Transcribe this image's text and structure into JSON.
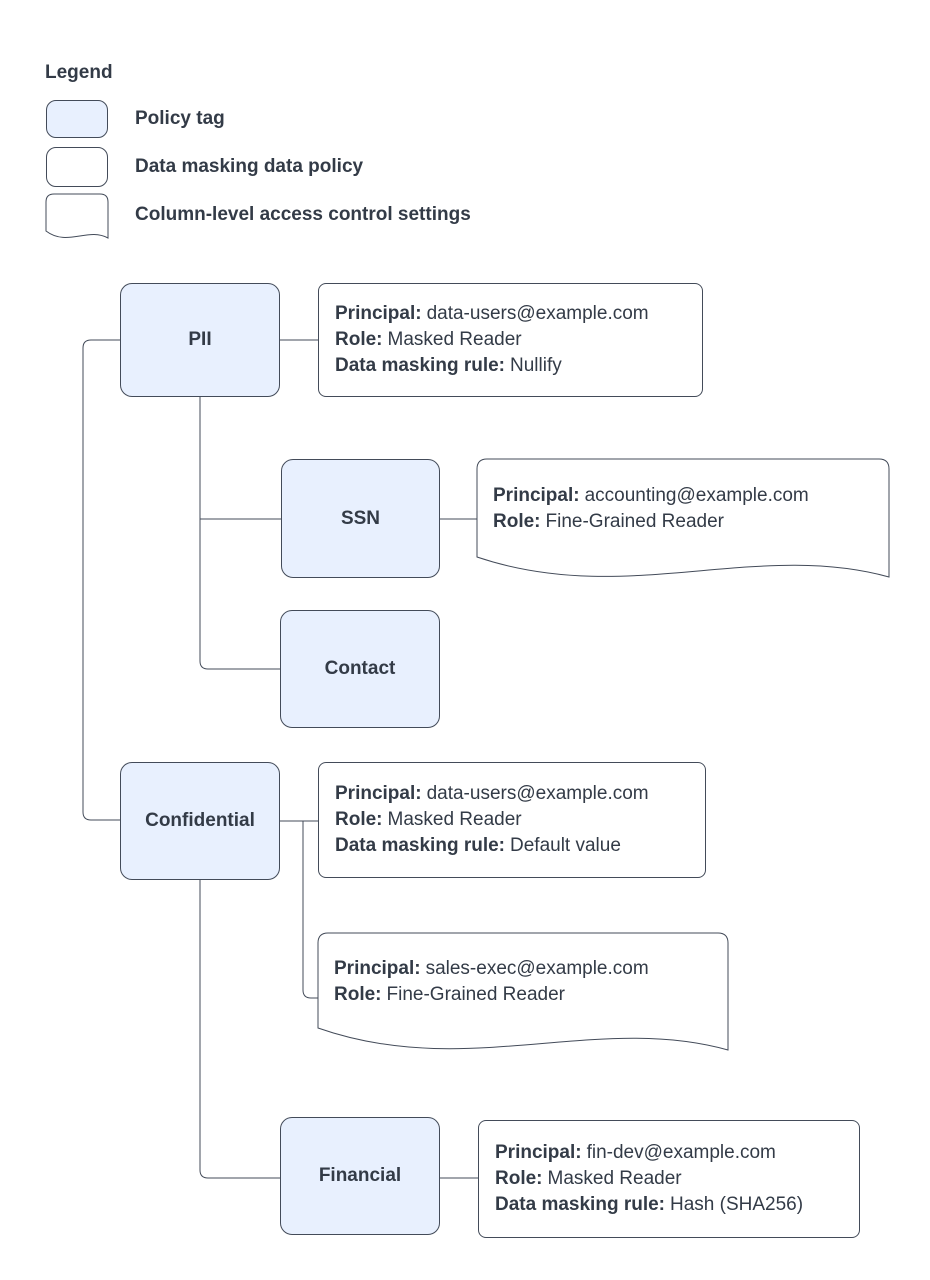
{
  "legend": {
    "title": "Legend",
    "items": [
      {
        "swatch": "policy-tag-swatch",
        "label": "Policy tag"
      },
      {
        "swatch": "data-policy-swatch",
        "label": "Data masking data policy"
      },
      {
        "swatch": "column-access-swatch",
        "label": "Column-level access control settings"
      }
    ]
  },
  "colors": {
    "policy_tag_fill": "#e8f0fe",
    "outline": "#434b59",
    "text": "#333b47",
    "background": "#ffffff"
  },
  "tags": [
    {
      "id": "pii",
      "label": "PII"
    },
    {
      "id": "ssn",
      "label": "SSN"
    },
    {
      "id": "contact",
      "label": "Contact"
    },
    {
      "id": "confidential",
      "label": "Confidential"
    },
    {
      "id": "financial",
      "label": "Financial"
    }
  ],
  "policies": {
    "pii_masking": {
      "shape": "data-masking-data-policy",
      "attached_to": "PII",
      "lines": [
        {
          "label": "Principal:",
          "value": "data-users@example.com"
        },
        {
          "label": "Role:",
          "value": "Masked Reader"
        },
        {
          "label": "Data masking rule:",
          "value": "Nullify"
        }
      ]
    },
    "ssn_access": {
      "shape": "column-level-access-control",
      "attached_to": "SSN",
      "lines": [
        {
          "label": "Principal:",
          "value": "accounting@example.com"
        },
        {
          "label": "Role:",
          "value": "Fine-Grained Reader"
        }
      ]
    },
    "confidential_masking": {
      "shape": "data-masking-data-policy",
      "attached_to": "Confidential",
      "lines": [
        {
          "label": "Principal:",
          "value": "data-users@example.com"
        },
        {
          "label": "Role:",
          "value": "Masked Reader"
        },
        {
          "label": "Data masking rule:",
          "value": "Default value"
        }
      ]
    },
    "confidential_access": {
      "shape": "column-level-access-control",
      "attached_to": "Confidential",
      "lines": [
        {
          "label": "Principal:",
          "value": "sales-exec@example.com"
        },
        {
          "label": "Role:",
          "value": "Fine-Grained Reader"
        }
      ]
    },
    "financial_masking": {
      "shape": "data-masking-data-policy",
      "attached_to": "Financial",
      "lines": [
        {
          "label": "Principal:",
          "value": "fin-dev@example.com"
        },
        {
          "label": "Role:",
          "value": "Masked Reader"
        },
        {
          "label": "Data masking rule:",
          "value": "Hash (SHA256)"
        }
      ]
    }
  }
}
